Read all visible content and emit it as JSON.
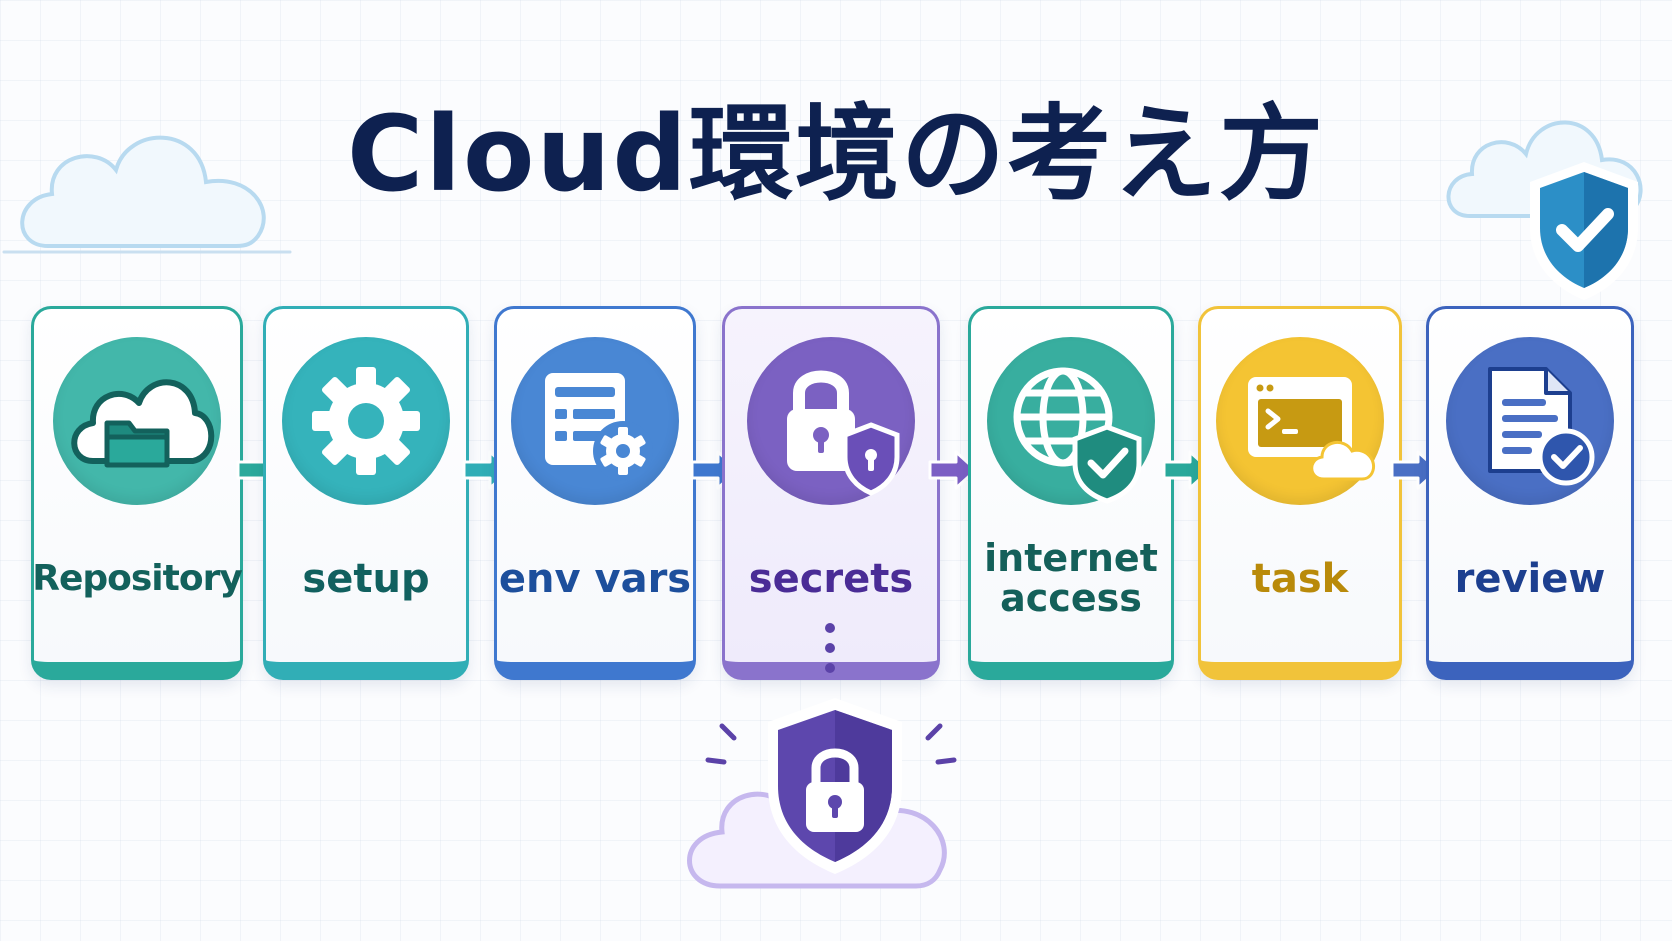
{
  "title": "Cloud環境の考え方",
  "steps": [
    {
      "label": "Repository",
      "icon": "cloud-folder-icon",
      "color": "#2aa99b",
      "text_color": "#13615c",
      "disc": "#43b7aa"
    },
    {
      "label": "setup",
      "icon": "gear-icon",
      "color": "#31aeb6",
      "text_color": "#11605f",
      "disc": "#35b3bb"
    },
    {
      "label": "env vars",
      "icon": "config-list-gear-icon",
      "color": "#3f78cf",
      "text_color": "#1d4f9c",
      "disc": "#4987d4"
    },
    {
      "label": "secrets",
      "icon": "padlock-shield-icon",
      "color": "#8a73cc",
      "text_color": "#4a2c96",
      "disc": "#7b61c2"
    },
    {
      "label": "internet\naccess",
      "icon": "globe-shield-icon",
      "color": "#2aa99b",
      "text_color": "#14605a",
      "disc": "#38ae9f"
    },
    {
      "label": "task",
      "icon": "terminal-cloud-icon",
      "color": "#f1c33a",
      "text_color": "#b98a0a",
      "disc": "#f4c433"
    },
    {
      "label": "review",
      "icon": "document-check-icon",
      "color": "#3c63bd",
      "text_color": "#1d3f8f",
      "disc": "#4a6fc4"
    }
  ],
  "arrow_colors": [
    "#2aa99b",
    "#31aeb6",
    "#3f78cf",
    "#7c5fc4",
    "#2aa99b",
    "#4a6fc4"
  ],
  "decorations": {
    "left_cloud": "cloud-icon",
    "right_cloud": "cloud-icon",
    "top_right_badge": "shield-check-icon",
    "bottom_vault": "cloud-shield-lock-icon"
  }
}
